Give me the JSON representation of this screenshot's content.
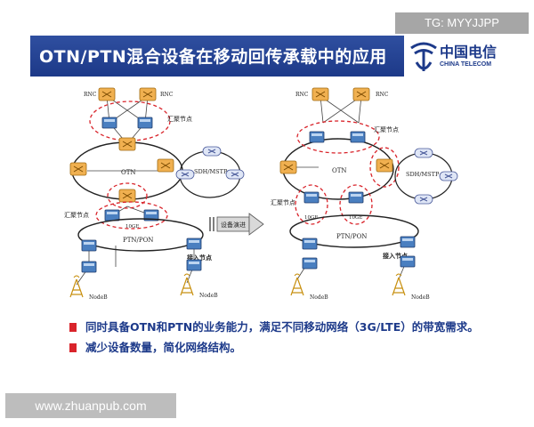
{
  "overlay": {
    "tg_label": "TG: MYYJJPP",
    "watermark": "www.zhuanpub.com"
  },
  "header": {
    "title": "OTN/PTN混合设备在移动回传承载中的应用",
    "logo_cn": "中国电信",
    "logo_en": "CHINA TELECOM"
  },
  "diagram": {
    "left": {
      "rnc_left": "RNC",
      "rnc_right": "RNC",
      "aggregation_top": "汇聚节点",
      "otn": "OTN",
      "sdh": "SDH/MSTP",
      "aggregation_bottom": "汇聚节点",
      "ge10": "10GE",
      "ptn": "PTN/PON",
      "access": "接入节点",
      "nodeb_left": "NodeB",
      "nodeb_right": "NodeB"
    },
    "arrow_label": "设备演进",
    "right": {
      "rnc_left": "RNC",
      "rnc_right": "RNC",
      "aggregation_top": "汇聚节点",
      "otn": "OTN",
      "sdh": "SDH/MSTP",
      "aggregation_bottom": "汇聚节点",
      "ge10_left": "10GE",
      "ge10_right": "10GE",
      "ptn": "PTN/PON",
      "access": "接入节点",
      "nodeb_left": "NodeB",
      "nodeb_right": "NodeB"
    }
  },
  "bullets": [
    "同时具备OTN和PTN的业务能力，满足不同移动网络（3G/LTE）的带宽需求。",
    "减少设备数量，简化网络结构。"
  ],
  "colors": {
    "title_bg": "#1d3988",
    "bullet_text": "#1d3a8a",
    "bullet_marker": "#d9242b",
    "dashed_circle": "#d9242b",
    "router_orange": "#f0b050",
    "switch_blue": "#4a7fc0"
  }
}
